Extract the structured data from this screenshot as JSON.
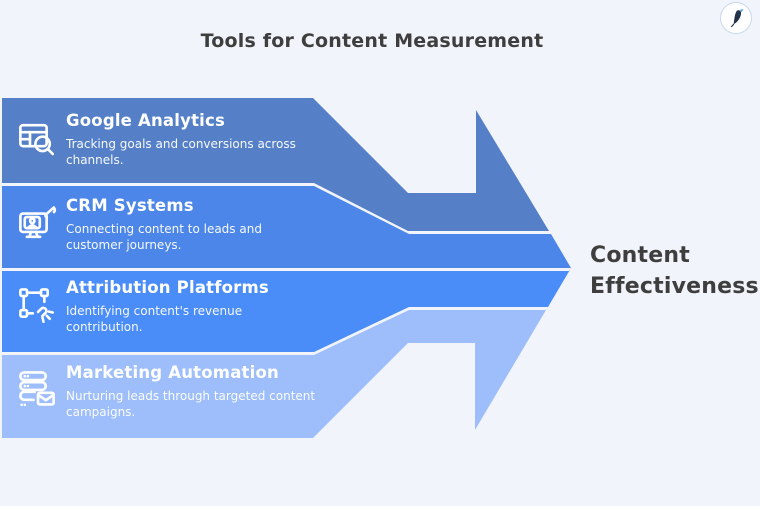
{
  "header": {
    "title": "Tools for Content Measurement",
    "text_color": "#3E3E3E"
  },
  "background_color": "#F1F4FA",
  "result": {
    "lines": [
      "Content",
      "Effectiveness"
    ]
  },
  "bands": [
    {
      "title": "Google Analytics",
      "desc_lines": [
        "Tracking goals and conversions across",
        "channels."
      ],
      "color": "#5580C8",
      "icon": "analytics-table-search-icon"
    },
    {
      "title": "CRM Systems",
      "desc_lines": [
        "Connecting content to leads and",
        "customer journeys."
      ],
      "color": "#4C86E9",
      "icon": "crm-monitor-hand-icon"
    },
    {
      "title": "Attribution Platforms",
      "desc_lines": [
        "Identifying content's revenue",
        "contribution."
      ],
      "color": "#4A8CF8",
      "icon": "attribution-frame-click-icon"
    },
    {
      "title": "Marketing Automation",
      "desc_lines": [
        "Nurturing leads through targeted content",
        "campaigns."
      ],
      "color": "#9DBEFA",
      "icon": "automation-server-mail-icon"
    }
  ]
}
